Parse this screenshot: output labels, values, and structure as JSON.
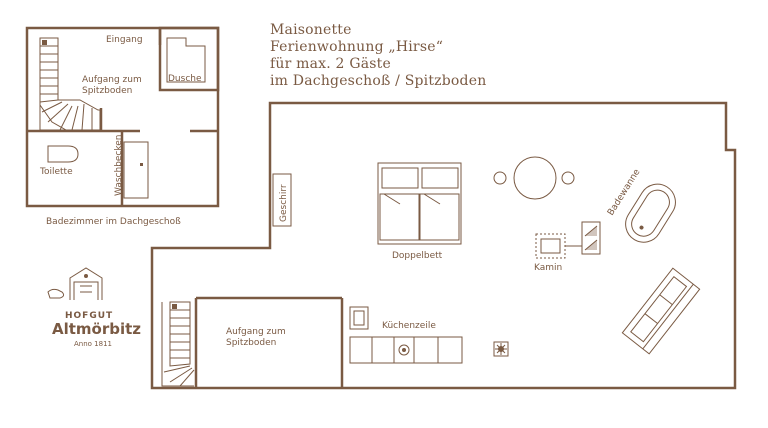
{
  "title_lines": [
    "Maisonette",
    "Ferienwohnung „Hirse“",
    "für max. 2 Gäste",
    "im Dachgeschoß / Spitzboden"
  ],
  "labels": {
    "eingang": "Eingang",
    "dusche": "Dusche",
    "aufgang_top": [
      "Aufgang zum",
      "Spitzboden"
    ],
    "toilette": "Toilette",
    "waschbecken": "Waschbecken",
    "badezimmer": "Badezimmer im Dachgeschoß",
    "geschirr": "Geschirr",
    "doppelbett": "Doppelbett",
    "kamin": "Kamin",
    "badewanne": "Badewanne",
    "kuechenzeile": "Küchenzeile",
    "aufgang_bottom": [
      "Aufgang zum",
      "Spitzboden"
    ]
  },
  "logo": {
    "line1": "HOFGUT",
    "line2": "Altmörbitz",
    "line3": "Anno 1811"
  },
  "colors": {
    "ink": "#7a5a43",
    "background": "#ffffff"
  }
}
